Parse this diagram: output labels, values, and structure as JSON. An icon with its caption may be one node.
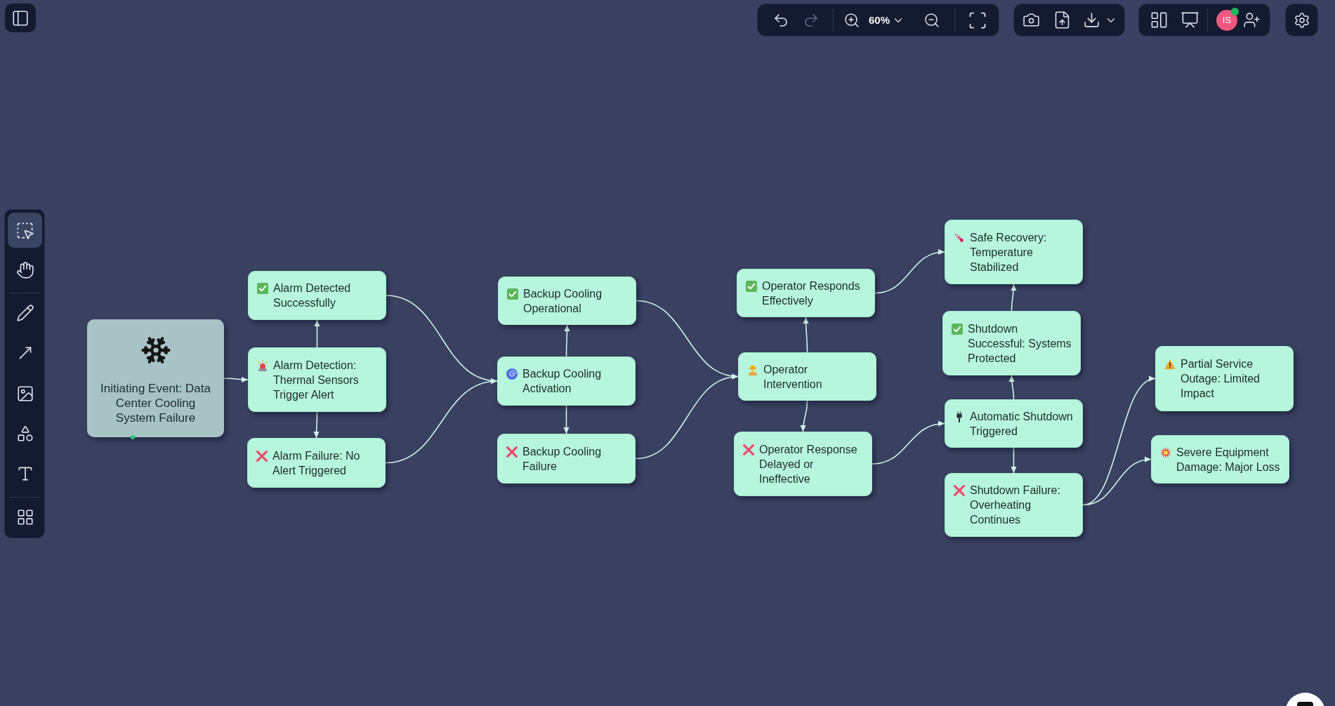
{
  "diagram": {
    "nodes": [
      {
        "text": [
          "Initiating Event: Data Center Cooling System Failure"
        ]
      },
      {
        "text": [
          "Alarm Detected Successfully"
        ]
      },
      {
        "text": [
          "Alarm Detection: Thermal Sensors Trigger Alert"
        ]
      },
      {
        "text": [
          "Alarm Failure: No Alert Triggered"
        ]
      },
      {
        "text": [
          "Backup Cooling Operational"
        ]
      },
      {
        "text": [
          "Backup Cooling Activation"
        ]
      },
      {
        "text": [
          "Backup Cooling Failure"
        ]
      },
      {
        "text": [
          "Operator Responds Effectively"
        ]
      },
      {
        "text": [
          "Operator Intervention"
        ]
      },
      {
        "text": [
          "Operator Response Delayed or Ineffective"
        ]
      },
      {
        "text": [
          "Safe Recovery: Temperature Stabilized"
        ]
      },
      {
        "text": [
          "Shutdown Successful: Systems Protected"
        ]
      },
      {
        "text": [
          "Automatic Shutdown Triggered"
        ]
      },
      {
        "text": [
          "Shutdown Failure: Overheating Continues"
        ]
      },
      {
        "text": [
          "Partial Service Outage: Limited Impact"
        ]
      },
      {
        "text": [
          "Severe Equipment Damage: Major Loss"
        ]
      }
    ],
    "edges": [
      {
        "from": 0,
        "to": 2,
        "arrow": "to"
      },
      {
        "from": 2,
        "to": 1,
        "arrow": "to"
      },
      {
        "from": 2,
        "to": 3,
        "arrow": "to"
      },
      {
        "from": 1,
        "to": 5,
        "arrow": "to"
      },
      {
        "from": 3,
        "to": 5,
        "arrow": "to"
      },
      {
        "from": 5,
        "to": 4,
        "arrow": "to"
      },
      {
        "from": 5,
        "to": 6,
        "arrow": "to"
      },
      {
        "from": 4,
        "to": 8,
        "arrow": "to"
      },
      {
        "from": 6,
        "to": 8,
        "arrow": "to"
      },
      {
        "from": 8,
        "to": 7,
        "arrow": "to"
      },
      {
        "from": 8,
        "to": 9,
        "arrow": "to"
      },
      {
        "from": 7,
        "to": 10,
        "arrow": "to"
      },
      {
        "from": 9,
        "to": 12,
        "arrow": "to"
      },
      {
        "from": 12,
        "to": 11,
        "arrow": "to"
      },
      {
        "from": 12,
        "to": 13,
        "arrow": "to"
      },
      {
        "from": 11,
        "to": 10,
        "arrow": "to"
      },
      {
        "from": 13,
        "to": 14,
        "arrow": "to"
      },
      {
        "from": 13,
        "to": 15,
        "arrow": "to"
      }
    ],
    "labels": [
      "60%",
      "IS"
    ]
  }
}
